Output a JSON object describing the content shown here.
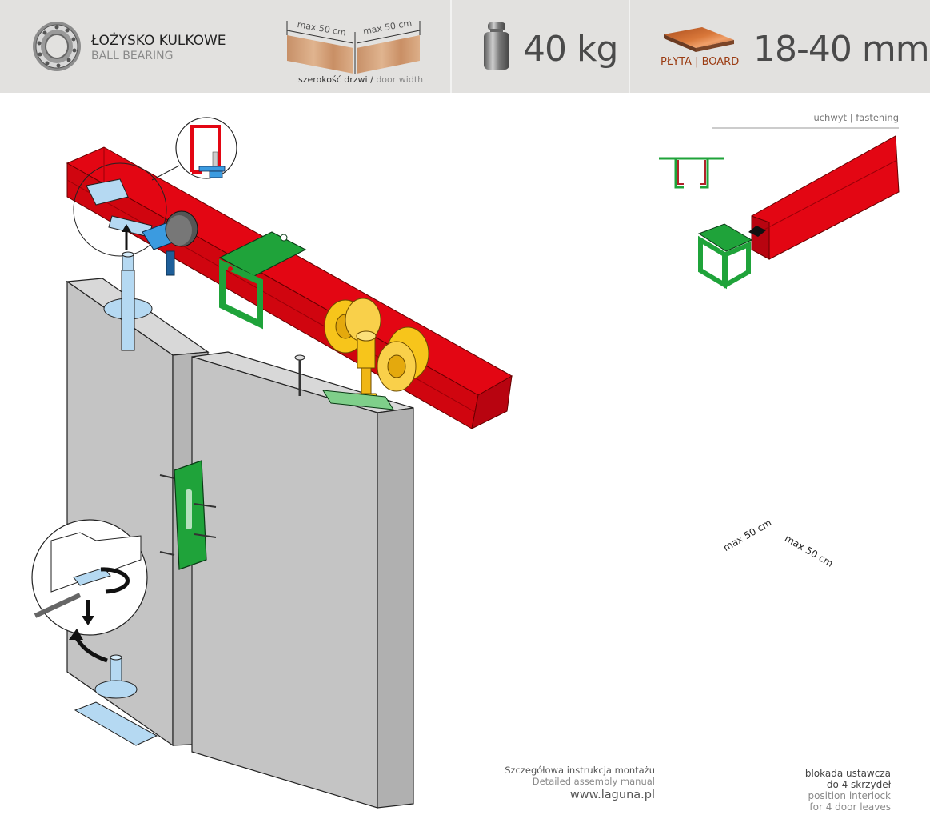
{
  "header": {
    "bearing": {
      "title_pl": "ŁOŻYSKO KULKOWE",
      "title_en": "BALL BEARING",
      "icon": "ball-bearing-icon"
    },
    "door_width": {
      "dim_left": "max 50 cm",
      "dim_right": "max 50 cm",
      "caption_pl": "szerokość drzwi",
      "caption_sep": "/",
      "caption_en": "door width"
    },
    "weight": {
      "value": "40 kg",
      "icon": "weight-icon"
    },
    "board": {
      "label_pl": "PŁYTA",
      "label_sep": "|",
      "label_en": "BOARD",
      "value": "18-40 mm",
      "icon": "board-icon"
    }
  },
  "sections": {
    "fastening": {
      "label_pl": "uchwyt",
      "sep": "|",
      "label_en": "fastening"
    },
    "corner": {
      "dim_left": "max 50 cm",
      "dim_right": "max 50 cm"
    },
    "interlock": {
      "line1": "blokada ustawcza",
      "line2": "do 4 skrzydeł",
      "line3": "position interlock",
      "line4": "for 4 door leaves"
    }
  },
  "footer": {
    "manual_pl": "Szczegółowa instrukcja montażu",
    "manual_en": "Detailed assembly manual",
    "url": "www.laguna.pl",
    "icon": "cursor-arrow-icon"
  },
  "colors": {
    "rail": "#e30613",
    "bracket": "#1fa33a",
    "trolley": "#f7c51b",
    "steel": "#a9d3f0",
    "door": "#c8c8c8",
    "header_bg": "#e2e1df"
  }
}
